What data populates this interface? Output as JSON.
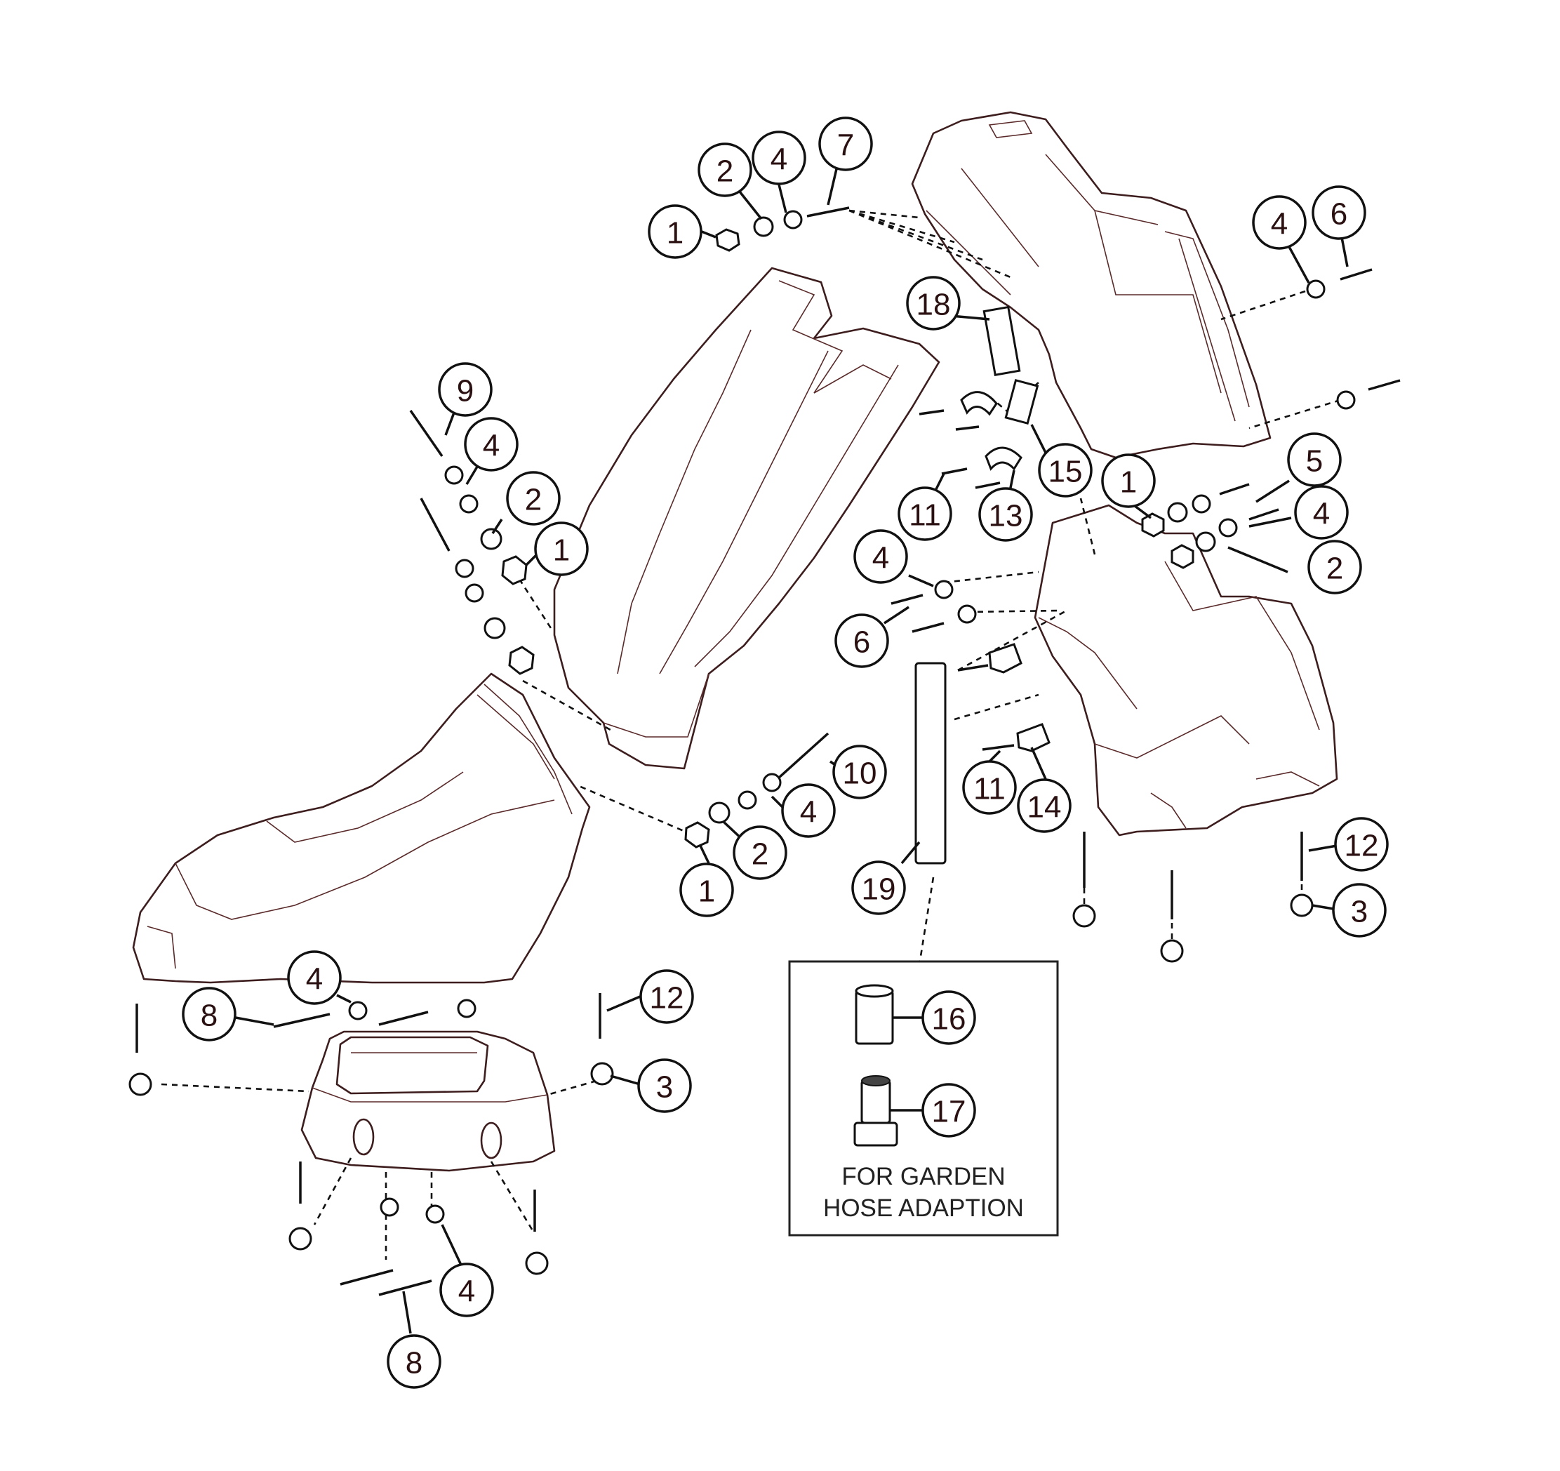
{
  "callouts": [
    {
      "id": "c1a",
      "label": "1"
    },
    {
      "id": "c2a",
      "label": "2"
    },
    {
      "id": "c4a",
      "label": "4"
    },
    {
      "id": "c7",
      "label": "7"
    },
    {
      "id": "c4b",
      "label": "4"
    },
    {
      "id": "c6a",
      "label": "6"
    },
    {
      "id": "c18",
      "label": "18"
    },
    {
      "id": "c9",
      "label": "9"
    },
    {
      "id": "c4c",
      "label": "4"
    },
    {
      "id": "c2b",
      "label": "2"
    },
    {
      "id": "c1b",
      "label": "1"
    },
    {
      "id": "c15",
      "label": "15"
    },
    {
      "id": "c11a",
      "label": "11"
    },
    {
      "id": "c13",
      "label": "13"
    },
    {
      "id": "c1c",
      "label": "1"
    },
    {
      "id": "c5",
      "label": "5"
    },
    {
      "id": "c4d",
      "label": "4"
    },
    {
      "id": "c2c",
      "label": "2"
    },
    {
      "id": "c4e",
      "label": "4"
    },
    {
      "id": "c6b",
      "label": "6"
    },
    {
      "id": "c10",
      "label": "10"
    },
    {
      "id": "c4f",
      "label": "4"
    },
    {
      "id": "c2d",
      "label": "2"
    },
    {
      "id": "c1d",
      "label": "1"
    },
    {
      "id": "c11b",
      "label": "11"
    },
    {
      "id": "c14",
      "label": "14"
    },
    {
      "id": "c12a",
      "label": "12"
    },
    {
      "id": "c3a",
      "label": "3"
    },
    {
      "id": "c19",
      "label": "19"
    },
    {
      "id": "c4g",
      "label": "4"
    },
    {
      "id": "c8a",
      "label": "8"
    },
    {
      "id": "c12b",
      "label": "12"
    },
    {
      "id": "c3b",
      "label": "3"
    },
    {
      "id": "c4h",
      "label": "4"
    },
    {
      "id": "c8b",
      "label": "8"
    },
    {
      "id": "c16",
      "label": "16"
    },
    {
      "id": "c17",
      "label": "17"
    }
  ],
  "note": {
    "line1": "FOR GARDEN",
    "line2": "HOSE ADAPTION"
  },
  "colors": {
    "outline": "#3d1d1d",
    "ink": "#111111",
    "background": "#ffffff"
  }
}
